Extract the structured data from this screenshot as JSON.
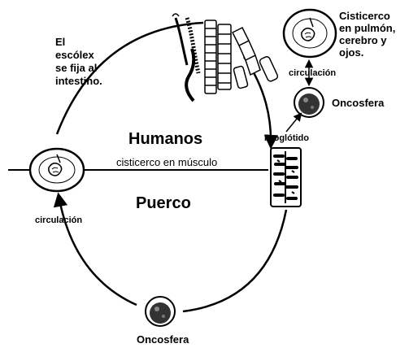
{
  "regions": {
    "upper": "Humanos",
    "lower": "Puerco"
  },
  "link": {
    "label": "cisticerco en músculo"
  },
  "labels": {
    "proglottid": "Proglótido",
    "circulation_left": "circulación",
    "circulation_right": "circulación",
    "oncosphere_right": "Oncosfera",
    "oncosphere_bottom": "Oncosfera"
  },
  "notes": {
    "scolex": [
      "El",
      "escólex",
      "se fija al",
      "intestino."
    ],
    "cysticercus": [
      "Cisticerco",
      "en pulmón,",
      "cerebro y",
      "ojos."
    ]
  }
}
